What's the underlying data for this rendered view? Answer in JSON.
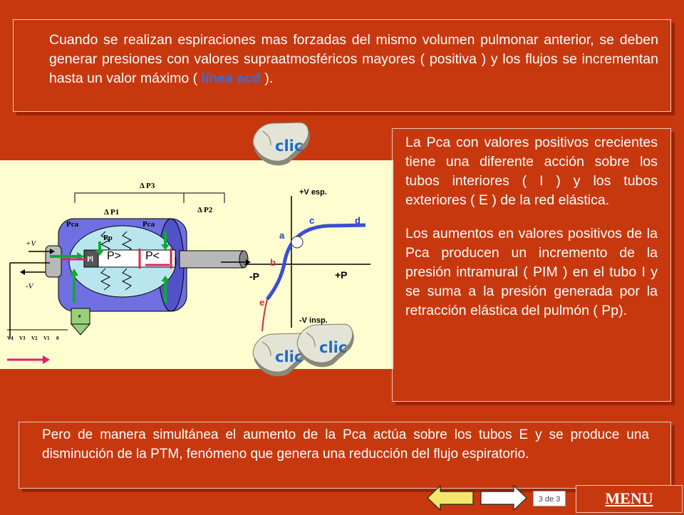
{
  "top_paragraph": {
    "part1": "Cuando se realizan espiraciones mas forzadas del mismo volumen pulmonar anterior, se deben generar presiones con  valores supraatmosféricos mayores (  positiva ) y los flujos  se incrementan hasta un valor máximo  ( ",
    "highlight": "línea acd",
    "part2": " )."
  },
  "right_paragraphs": [
    "La Pca con valores positivos crecientes tiene una diferente acción sobre los tubos interiores ( I ) y los tubos exteriores ( E ) de la red elástica.",
    "Los aumentos en  valores positivos de la Pca producen un incremento de la presión intramural ( PIM ) en el tubo I y se suma a la presión generada por la retracción elástica del pulmón ( Pp)."
  ],
  "bottom_paragraph": "Pero de manera simultánea el aumento de la Pca actúa sobre los tubos E y se produce una disminución de la PTM, fenómeno que genera una reducción del flujo espiratorio.",
  "clic_label": "clic",
  "diagram": {
    "dp3": "Δ P3",
    "dp1": "Δ P1",
    "dp2": "Δ P2",
    "pca_left": "Pca",
    "pca_right": "Pca",
    "pp": "Pp",
    "pl": "Pl",
    "p_greater": "P>",
    "p_less": "P<",
    "v_plus": "+V",
    "v_minus": "-V",
    "e_label": "e",
    "volume_ticks": [
      "V4",
      "V3",
      "V2",
      "V1",
      "0"
    ]
  },
  "graph": {
    "y_top": "+V  esp.",
    "y_bottom": "-V  insp.",
    "x_left": "-P",
    "x_right": "+P",
    "labels": {
      "a": "a",
      "b": "b",
      "c": "c",
      "d": "d",
      "e": "e"
    },
    "colors": {
      "curve": "#3a4fd0",
      "lower": "#d8284a",
      "labels": "#1a3bd0"
    }
  },
  "nav": {
    "page": "3 de 3",
    "menu": "MENU"
  }
}
